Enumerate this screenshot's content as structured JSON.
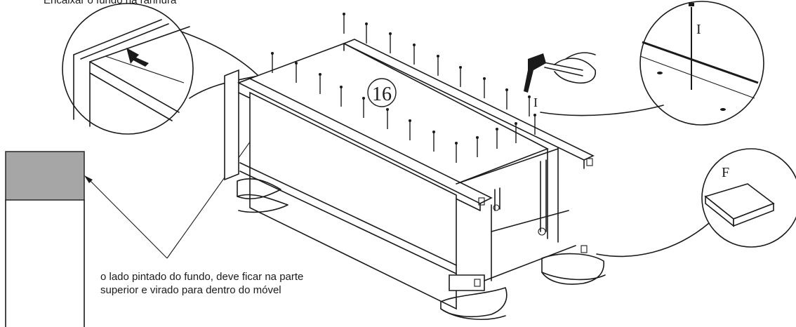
{
  "captions": {
    "top": "Encaixar o fundo na ranhura",
    "note_line1": "o lado pintado do fundo, deve ficar na parte",
    "note_line2": "superior e virado para dentro do móvel"
  },
  "labels": {
    "step_number": "16",
    "nail_part": "I",
    "nail_part_detail": "I",
    "foot_part": "F"
  },
  "colors": {
    "line": "#1a1a1a",
    "painted_side": "#a6a6a6",
    "background": "#ffffff"
  },
  "icons": {
    "hammer": "hammer-icon",
    "nail": "nail-icon",
    "foot_pad": "foot-pad-icon"
  }
}
